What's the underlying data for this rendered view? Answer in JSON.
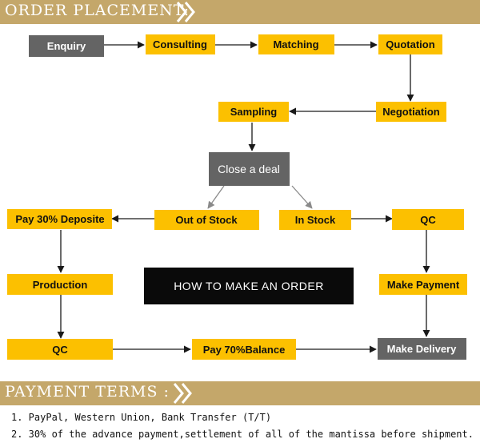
{
  "header": {
    "title": "ORDER PLACEMENT:",
    "color": "#c4a76a"
  },
  "footer_header": {
    "title": "PAYMENT TERMS :",
    "color": "#c4a76a"
  },
  "center_label": "HOW TO MAKE AN ORDER",
  "nodes": {
    "enquiry": "Enquiry",
    "consulting": "Consulting",
    "matching": "Matching",
    "quotation": "Quotation",
    "negotiation": "Negotiation",
    "sampling": "Sampling",
    "close_deal": "Close a deal",
    "out_of_stock": "Out of Stock",
    "in_stock": "In Stock",
    "pay_deposit": "Pay 30% Deposite",
    "qc_right": "QC",
    "production": "Production",
    "make_payment": "Make Payment",
    "qc_left": "QC",
    "pay_balance": "Pay 70%Balance",
    "make_delivery": "Make Delivery"
  },
  "colors": {
    "yellow": "#fcc000",
    "gray": "#646464",
    "black": "#0a0a0a",
    "arrow": "#1a1a1a"
  },
  "payment_terms": [
    "1. PayPal, Western Union, Bank Transfer (T/T)",
    "2. 30% of the advance payment,settlement of all of the mantissa before shipment."
  ]
}
